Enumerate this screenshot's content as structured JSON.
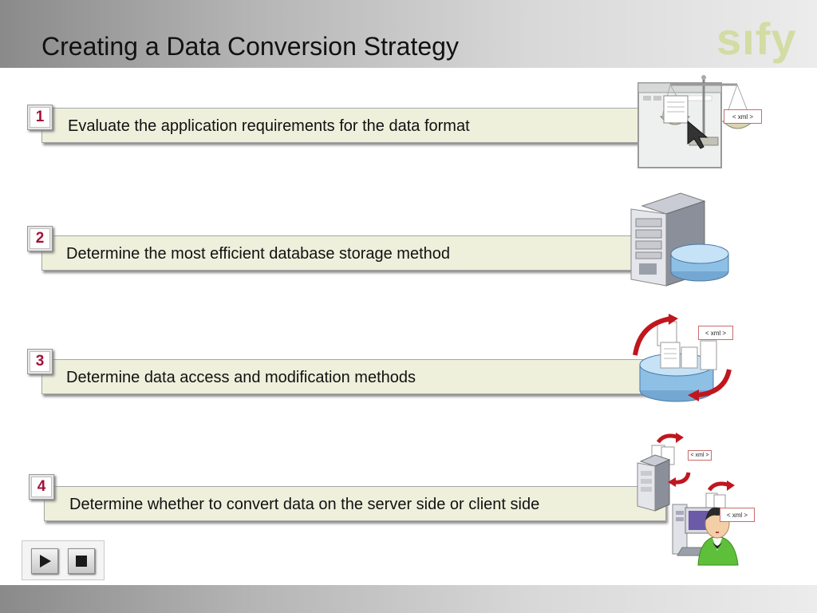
{
  "header": {
    "title": "Creating a Data Conversion Strategy",
    "logo": "sıfy"
  },
  "steps": [
    {
      "number": "1",
      "text": "Evaluate the application requirements for the data format"
    },
    {
      "number": "2",
      "text": "Determine the most efficient database storage method"
    },
    {
      "number": "3",
      "text": "Determine data access and modification methods"
    },
    {
      "number": "4",
      "text": "Determine whether to convert data on the server side or client side"
    }
  ],
  "illustrations": {
    "xml_label": "< xml >"
  },
  "colors": {
    "number": "#a2123a",
    "band": "#eef0dc",
    "logo": "#d2dca3",
    "arrow": "#c0161e",
    "database": "#8ec0e6"
  },
  "controls": {
    "play_icon": "play-icon",
    "stop_icon": "stop-icon"
  }
}
